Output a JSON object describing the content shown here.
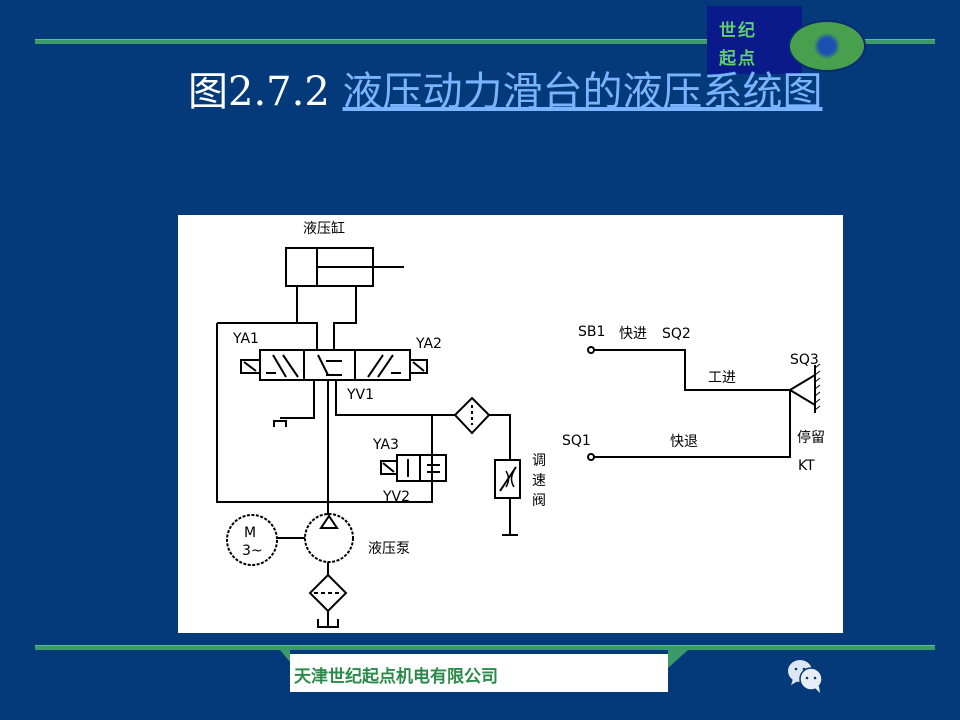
{
  "logo": {
    "line1": "世纪",
    "line2": "起点"
  },
  "title": {
    "prefix": "图2.7.2 ",
    "link": "液压动力滑台的液压系统图"
  },
  "diagram": {
    "cylinder": "液压缸",
    "ya1": "YA1",
    "ya2": "YA2",
    "yv1": "YV1",
    "ya3": "YA3",
    "yv2": "YV2",
    "speed_valve": [
      "调",
      "速",
      "阀"
    ],
    "motor_m": "M",
    "motor_phase": "3~",
    "pump": "液压泵",
    "sb1": "SB1",
    "fast_forward": "快进",
    "sq2": "SQ2",
    "work_feed": "工进",
    "sq3": "SQ3",
    "sq1": "SQ1",
    "fast_return": "快退",
    "dwell": "停留",
    "kt": "KT"
  },
  "footer": {
    "company": "天津世纪起点机电有限公司"
  },
  "colors": {
    "background": "#053a7a",
    "accent_green": "#3a9a6a",
    "link": "#7ab4ff"
  }
}
